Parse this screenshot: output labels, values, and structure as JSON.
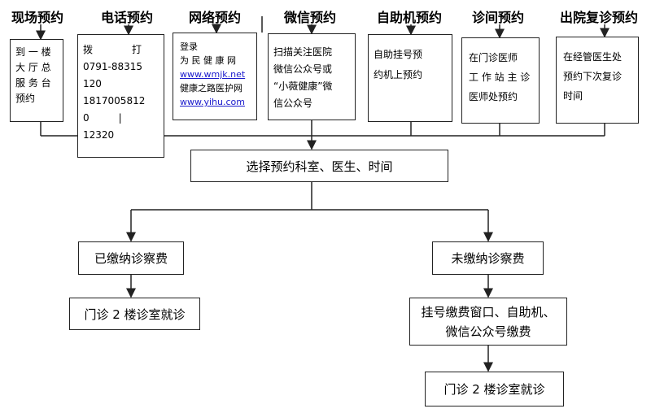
{
  "headers": [
    "现场预约",
    "电话预约",
    "网络预约",
    "微信预约",
    "自助机预约",
    "诊间预约",
    "出院复诊预约"
  ],
  "onsite": {
    "lines": [
      "到 一 楼",
      "大 厅 总",
      "服 务 台",
      "预约"
    ]
  },
  "phone": {
    "lines": [
      "拨　　　　打",
      "0791-88315",
      "120",
      "1817005812",
      "0　　　|",
      "12320"
    ]
  },
  "web": {
    "line1": "登录",
    "line2": "为 民 健 康 网",
    "link1": "www.wmjk.net",
    "line3": "健康之路医护网",
    "link2": "www.yihu.com"
  },
  "wechat": {
    "lines": [
      "扫描关注医院",
      "微信公众号或",
      "“小薇健康”微",
      "信公众号"
    ]
  },
  "kiosk": {
    "lines": [
      "自助挂号预",
      "约机上预约"
    ]
  },
  "clinic": {
    "lines": [
      "在门诊医师",
      "工 作 站 主 诊",
      "医师处预约"
    ]
  },
  "discharge": {
    "lines": [
      "在经管医生处",
      "预约下次复诊",
      "时间"
    ]
  },
  "flow": {
    "select": "选择预约科室、医生、时间",
    "paid": "已缴纳诊察费",
    "paid_visit": "门诊 2 楼诊室就诊",
    "unpaid": "未缴纳诊察费",
    "unpaid_pay": "挂号缴费窗口、自助机、微信公众号缴费",
    "unpaid_visit": "门诊 2 楼诊室就诊"
  }
}
